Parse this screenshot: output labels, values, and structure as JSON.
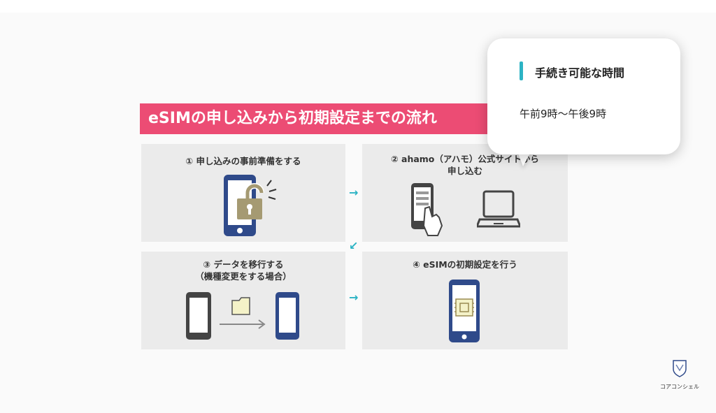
{
  "slide": {
    "title": "eSIMの申し込みから初期設定までの流れ",
    "steps": [
      {
        "label": "① 申し込みの事前準備をする"
      },
      {
        "label": "② ahamo（アハモ）公式サイトから\n申し込む"
      },
      {
        "label": "③ データを移行する\n（機種変更をする場合）"
      },
      {
        "label": "④ eSIMの初期設定を行う"
      }
    ],
    "arrows": [
      "→",
      "↙",
      "→"
    ]
  },
  "tooltip": {
    "title": "手続き可能な時間",
    "text": "午前9時〜午後9時"
  },
  "logo": {
    "text": "コアコンシェル"
  },
  "colors": {
    "title_banner": "#ec4c74",
    "accent": "#2cb3c4",
    "phone": "#2f4a8a",
    "lock": "#a59a72"
  }
}
